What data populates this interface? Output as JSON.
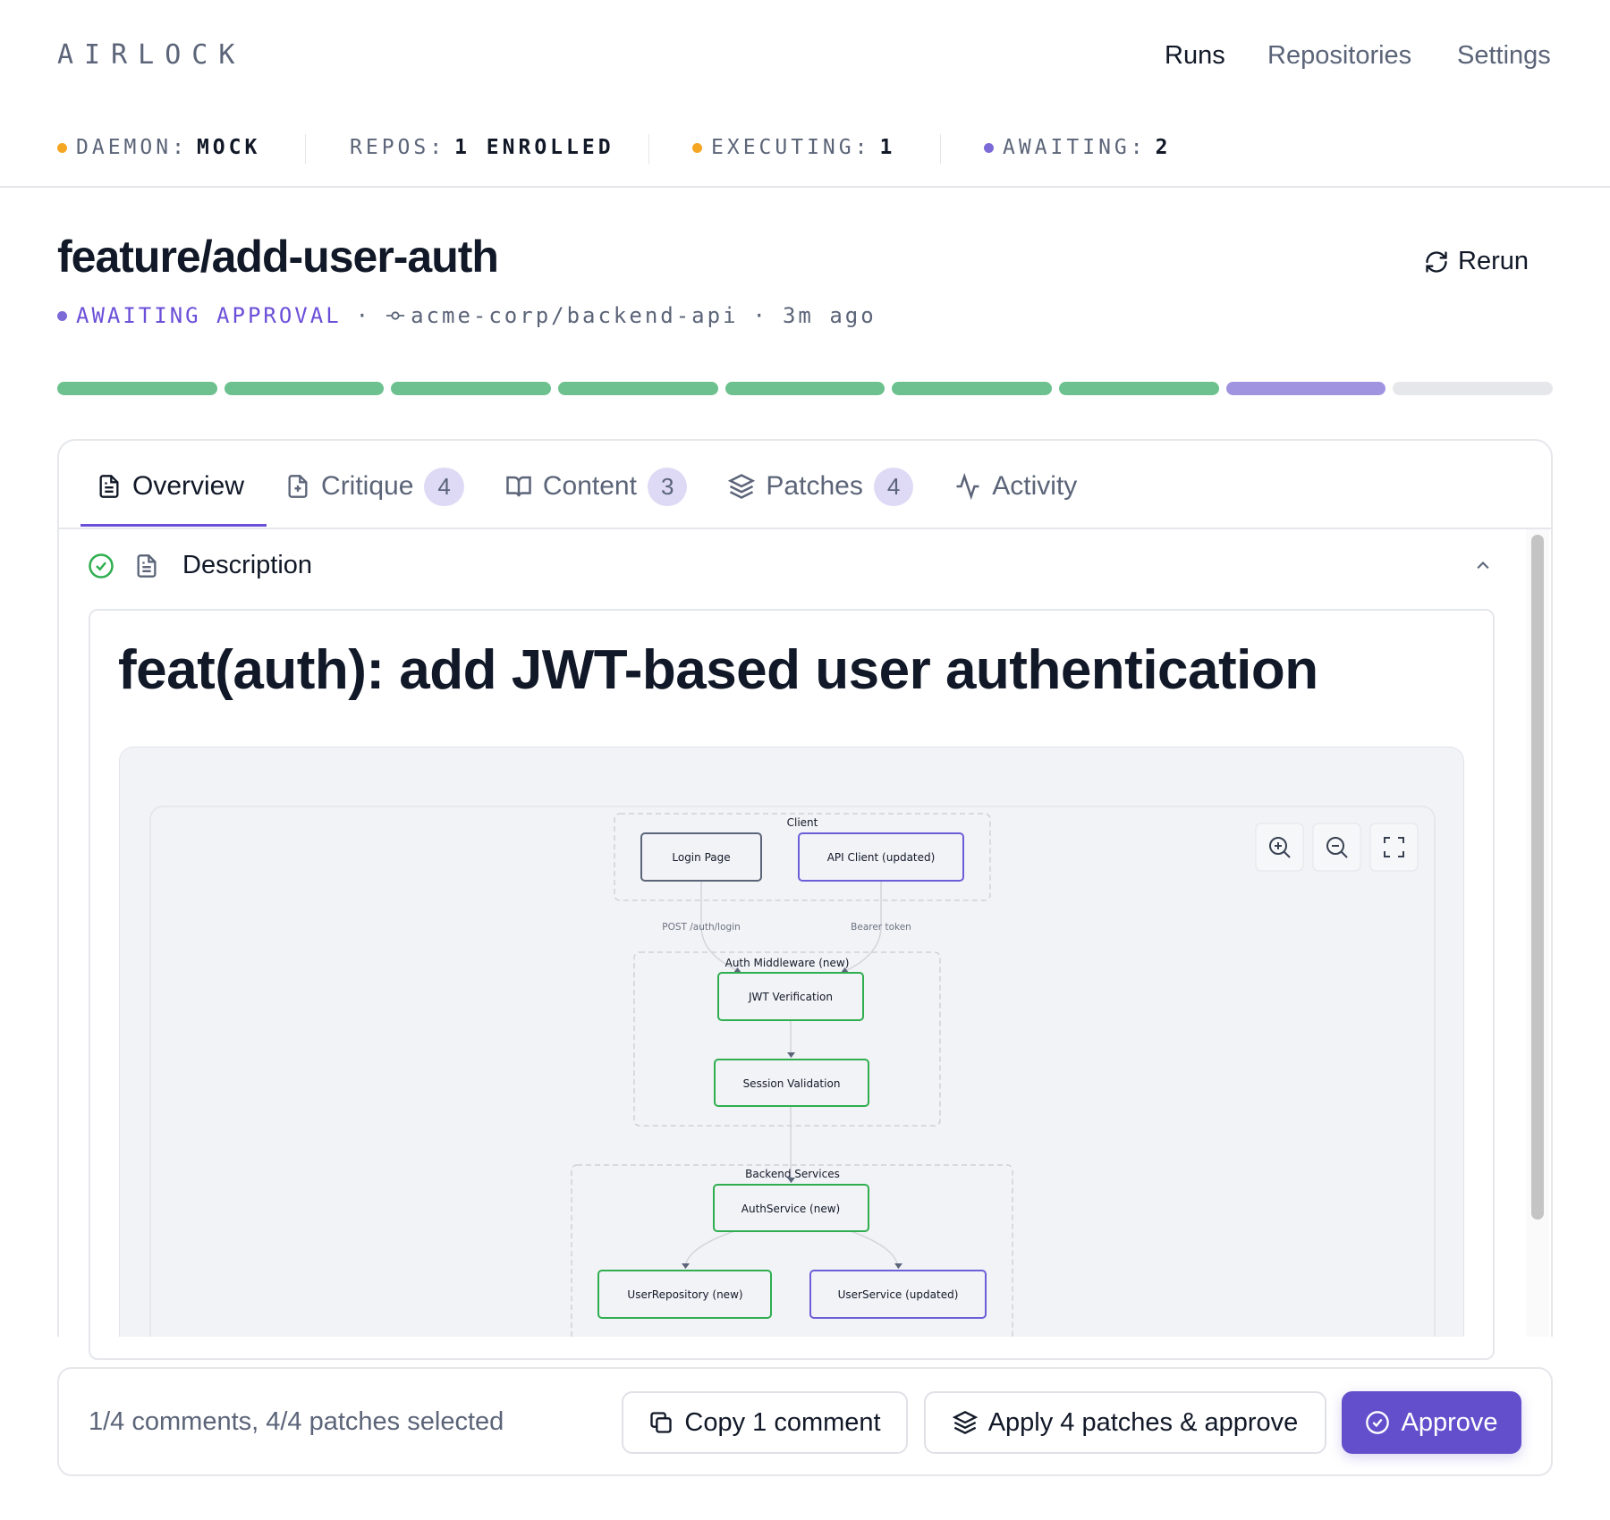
{
  "app": {
    "logo": "AIRLOCK"
  },
  "nav": {
    "items": [
      {
        "label": "Runs",
        "active": true
      },
      {
        "label": "Repositories"
      },
      {
        "label": "Settings"
      }
    ]
  },
  "status": {
    "daemon": {
      "label": "DAEMON:",
      "value": "MOCK",
      "color": "#f5a623"
    },
    "repos": {
      "label": "REPOS:",
      "value": "1 ENROLLED"
    },
    "executing": {
      "label": "EXECUTING:",
      "value": "1",
      "color": "#f5a623"
    },
    "awaiting": {
      "label": "AWAITING:",
      "value": "2",
      "color": "#7c6bd6"
    }
  },
  "run": {
    "title": "feature/add-user-auth",
    "rerun_label": "Rerun",
    "state": "AWAITING APPROVAL",
    "sep": "·",
    "repo": "acme-corp/backend-api",
    "age": "3m ago"
  },
  "progress": {
    "steps": [
      "done",
      "done",
      "done",
      "done",
      "done",
      "done",
      "done",
      "active",
      "pending"
    ],
    "colors": {
      "done": "#6cc18e",
      "active": "#a093e0",
      "pending": "#e6e7eb"
    }
  },
  "tabs": [
    {
      "label": "Overview",
      "icon": "file-text-icon"
    },
    {
      "label": "Critique",
      "count": "4",
      "icon": "file-plus-icon"
    },
    {
      "label": "Content",
      "count": "3",
      "icon": "book-open-icon"
    },
    {
      "label": "Patches",
      "count": "4",
      "icon": "layers-icon"
    },
    {
      "label": "Activity",
      "icon": "activity-icon"
    }
  ],
  "section": {
    "title": "Description",
    "status": "complete"
  },
  "description": {
    "heading": "feat(auth): add JWT-based user authentication"
  },
  "diagram": {
    "groups": {
      "client": "Client",
      "middleware": "Auth Middleware (new)",
      "backend": "Backend Services"
    },
    "nodes": {
      "login": "Login Page",
      "api": "API Client (updated)",
      "jwt": "JWT Verification",
      "session": "Session Validation",
      "authsvc": "AuthService (new)",
      "repo": "UserRepository (new)",
      "usersvc": "UserService (updated)"
    },
    "edges": {
      "login": "POST /auth/login",
      "bearer": "Bearer token"
    },
    "colors": {
      "new": "#2fae4f",
      "updated": "#6b5ed8",
      "existing": "#5b6478"
    }
  },
  "footer": {
    "selection": "1/4 comments, 4/4 patches selected",
    "copy": "Copy 1 comment",
    "apply": "Apply 4 patches & approve",
    "approve": "Approve"
  }
}
